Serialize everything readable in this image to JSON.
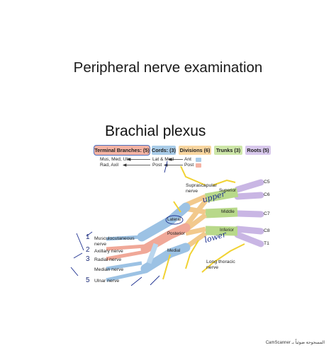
{
  "page": {
    "title": "Peripheral nerve examination",
    "subtitle": "Brachial plexus",
    "footer": "CamScanner المسحوحة ضوئياً بـ"
  },
  "legend": {
    "headers": [
      "Terminal Branches: (5)",
      "Cords: (3)",
      "Divisions (6)",
      "Trunks (3)",
      "Roots (5)"
    ],
    "terminal_row1": "Mus, Med, Uln",
    "terminal_row2": "Rad, Axil",
    "cords_row1": "Lat & Med",
    "cords_row2": "Post",
    "divisions_row1": "Ant",
    "divisions_row2": "Post",
    "colors": {
      "roots": "#d8c8ec",
      "trunks": "#cde6a8",
      "divisions": "#f8d6a0",
      "cords": "#a9cce8",
      "terminal": "#f5b3a4"
    }
  },
  "diagram": {
    "roots": [
      "C5",
      "C6",
      "C7",
      "C8",
      "T1"
    ],
    "trunks": [
      "Superior",
      "Middle",
      "Inferior"
    ],
    "cords": [
      "Lateral",
      "Posterior",
      "Medial"
    ],
    "nerves": [
      "Suprascapular\nnerve",
      "Long thoracic\nnerve"
    ],
    "terminal_branches": [
      {
        "number": "1",
        "label": "Musculocutaneous\nnerve"
      },
      {
        "number": "2",
        "label": "Axillary nerve"
      },
      {
        "number": "3",
        "label": "Radial nerve"
      },
      {
        "number": "",
        "label": "Median nerve"
      },
      {
        "number": "5",
        "label": "Ulnar nerve"
      }
    ]
  },
  "annotations": {
    "upper": "upper",
    "lower": "lower"
  }
}
